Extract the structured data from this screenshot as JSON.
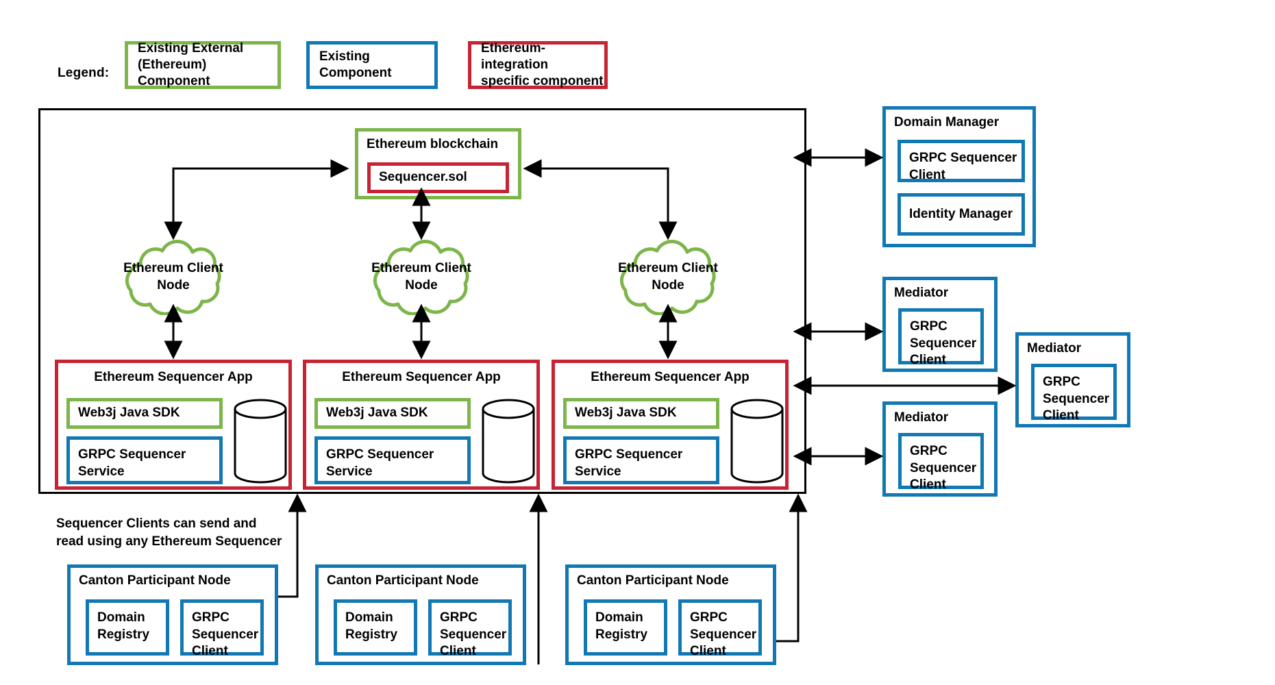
{
  "legend": {
    "label": "Legend:",
    "items": [
      {
        "text": "Existing External\n(Ethereum) Component",
        "line1": "Existing External",
        "line2": "(Ethereum) Component",
        "color": "#7DB54A",
        "kind": "external-ethereum"
      },
      {
        "text": "Existing Component",
        "line1": "Existing Component",
        "line2": "",
        "color": "#1278B4",
        "kind": "existing-component"
      },
      {
        "text": "Ethereum-integration specific component",
        "line1": "Ethereum-integration",
        "line2": "specific component",
        "color": "#C62434",
        "kind": "ethereum-specific"
      }
    ]
  },
  "blockchain": {
    "title": "Ethereum blockchain",
    "contract": "Sequencer.sol"
  },
  "clouds": [
    {
      "line1": "Ethereum Client",
      "line2": "Node"
    },
    {
      "line1": "Ethereum Client",
      "line2": "Node"
    },
    {
      "line1": "Ethereum Client",
      "line2": "Node"
    }
  ],
  "sequencer_apps": [
    {
      "title": "Ethereum Sequencer App",
      "sdk": "Web3j Java SDK",
      "service_line1": "GRPC Sequencer",
      "service_line2": "Service",
      "has_database": true
    },
    {
      "title": "Ethereum Sequencer App",
      "sdk": "Web3j Java SDK",
      "service_line1": "GRPC Sequencer",
      "service_line2": "Service",
      "has_database": true
    },
    {
      "title": "Ethereum Sequencer App",
      "sdk": "Web3j Java SDK",
      "service_line1": "GRPC Sequencer",
      "service_line2": "Service",
      "has_database": true
    }
  ],
  "domain_manager": {
    "title": "Domain Manager",
    "grpc_client_line1": "GRPC Sequencer",
    "grpc_client_line2": "Client",
    "identity_manager": "Identity Manager"
  },
  "mediators": [
    {
      "title": "Mediator",
      "client_line1": "GRPC",
      "client_line2": "Sequencer",
      "client_line3": "Client"
    },
    {
      "title": "Mediator",
      "client_line1": "GRPC",
      "client_line2": "Sequencer",
      "client_line3": "Client"
    },
    {
      "title": "Mediator",
      "client_line1": "GRPC",
      "client_line2": "Sequencer",
      "client_line3": "Client"
    }
  ],
  "note": {
    "line1": "Sequencer Clients can send and",
    "line2": "read using any Ethereum Sequencer"
  },
  "participants": [
    {
      "title": "Canton Participant Node",
      "registry_line1": "Domain",
      "registry_line2": "Registry",
      "client_line1": "GRPC",
      "client_line2": "Sequencer",
      "client_line3": "Client"
    },
    {
      "title": "Canton Participant Node",
      "registry_line1": "Domain",
      "registry_line2": "Registry",
      "client_line1": "GRPC",
      "client_line2": "Sequencer",
      "client_line3": "Client"
    },
    {
      "title": "Canton Participant Node",
      "registry_line1": "Domain",
      "registry_line2": "Registry",
      "client_line1": "GRPC",
      "client_line2": "Sequencer",
      "client_line3": "Client"
    }
  ],
  "colors": {
    "green": "#7DB54A",
    "blue": "#1278B4",
    "red": "#C62434",
    "black": "#000000",
    "background": "#FFFFFF"
  }
}
